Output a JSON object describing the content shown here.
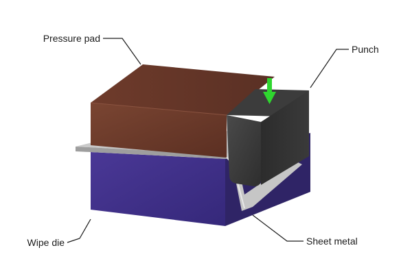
{
  "labels": {
    "pressure_pad": "Pressure pad",
    "punch": "Punch",
    "wipe_die": "Wipe die",
    "sheet_metal": "Sheet metal"
  },
  "colors": {
    "pressure_pad": "#6b3a2c",
    "wipe_die": "#3f2f86",
    "punch": "#2e2e2e",
    "sheet_metal": "#c9c9c9",
    "arrow": "#2fd62f"
  },
  "icons": {
    "punch_direction": "arrow-down-icon"
  }
}
